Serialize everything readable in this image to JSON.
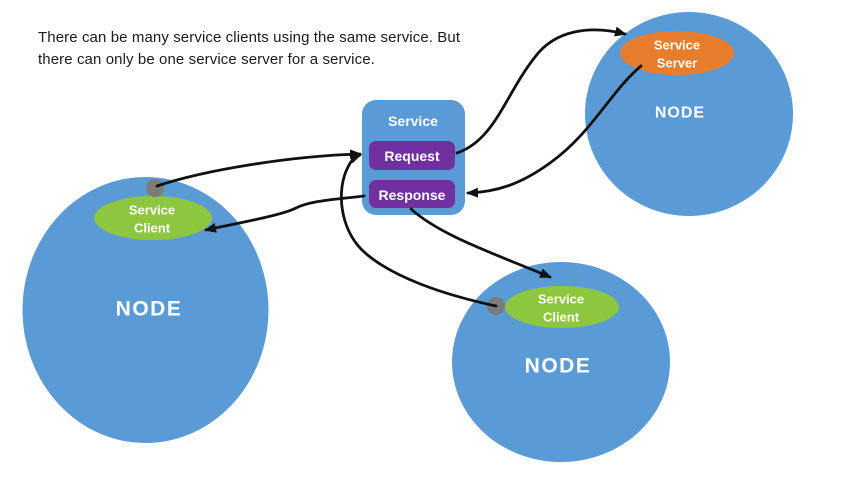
{
  "caption": {
    "line1": "There can be many service clients using the same service. But",
    "line2": "there can only be one service server for a service."
  },
  "service": {
    "title": "Service",
    "request_label": "Request",
    "response_label": "Response"
  },
  "nodes": {
    "left": {
      "name": "NODE",
      "role_line1": "Service",
      "role_line2": "Client"
    },
    "bottom": {
      "name": "NODE",
      "role_line1": "Service",
      "role_line2": "Client"
    },
    "top_right": {
      "name": "NODE",
      "role_line1": "Service",
      "role_line2": "Server"
    }
  },
  "colors": {
    "background": "#ffffff",
    "node_blue": "#5b9bd5",
    "client_green": "#8dc63f",
    "server_orange": "#e87d2e",
    "box_purple": "#7030a0",
    "connector_black": "#111111",
    "dot_gray": "#7b7b7b",
    "label_white": "#ffffff",
    "caption_text": "#1b1b1b"
  }
}
